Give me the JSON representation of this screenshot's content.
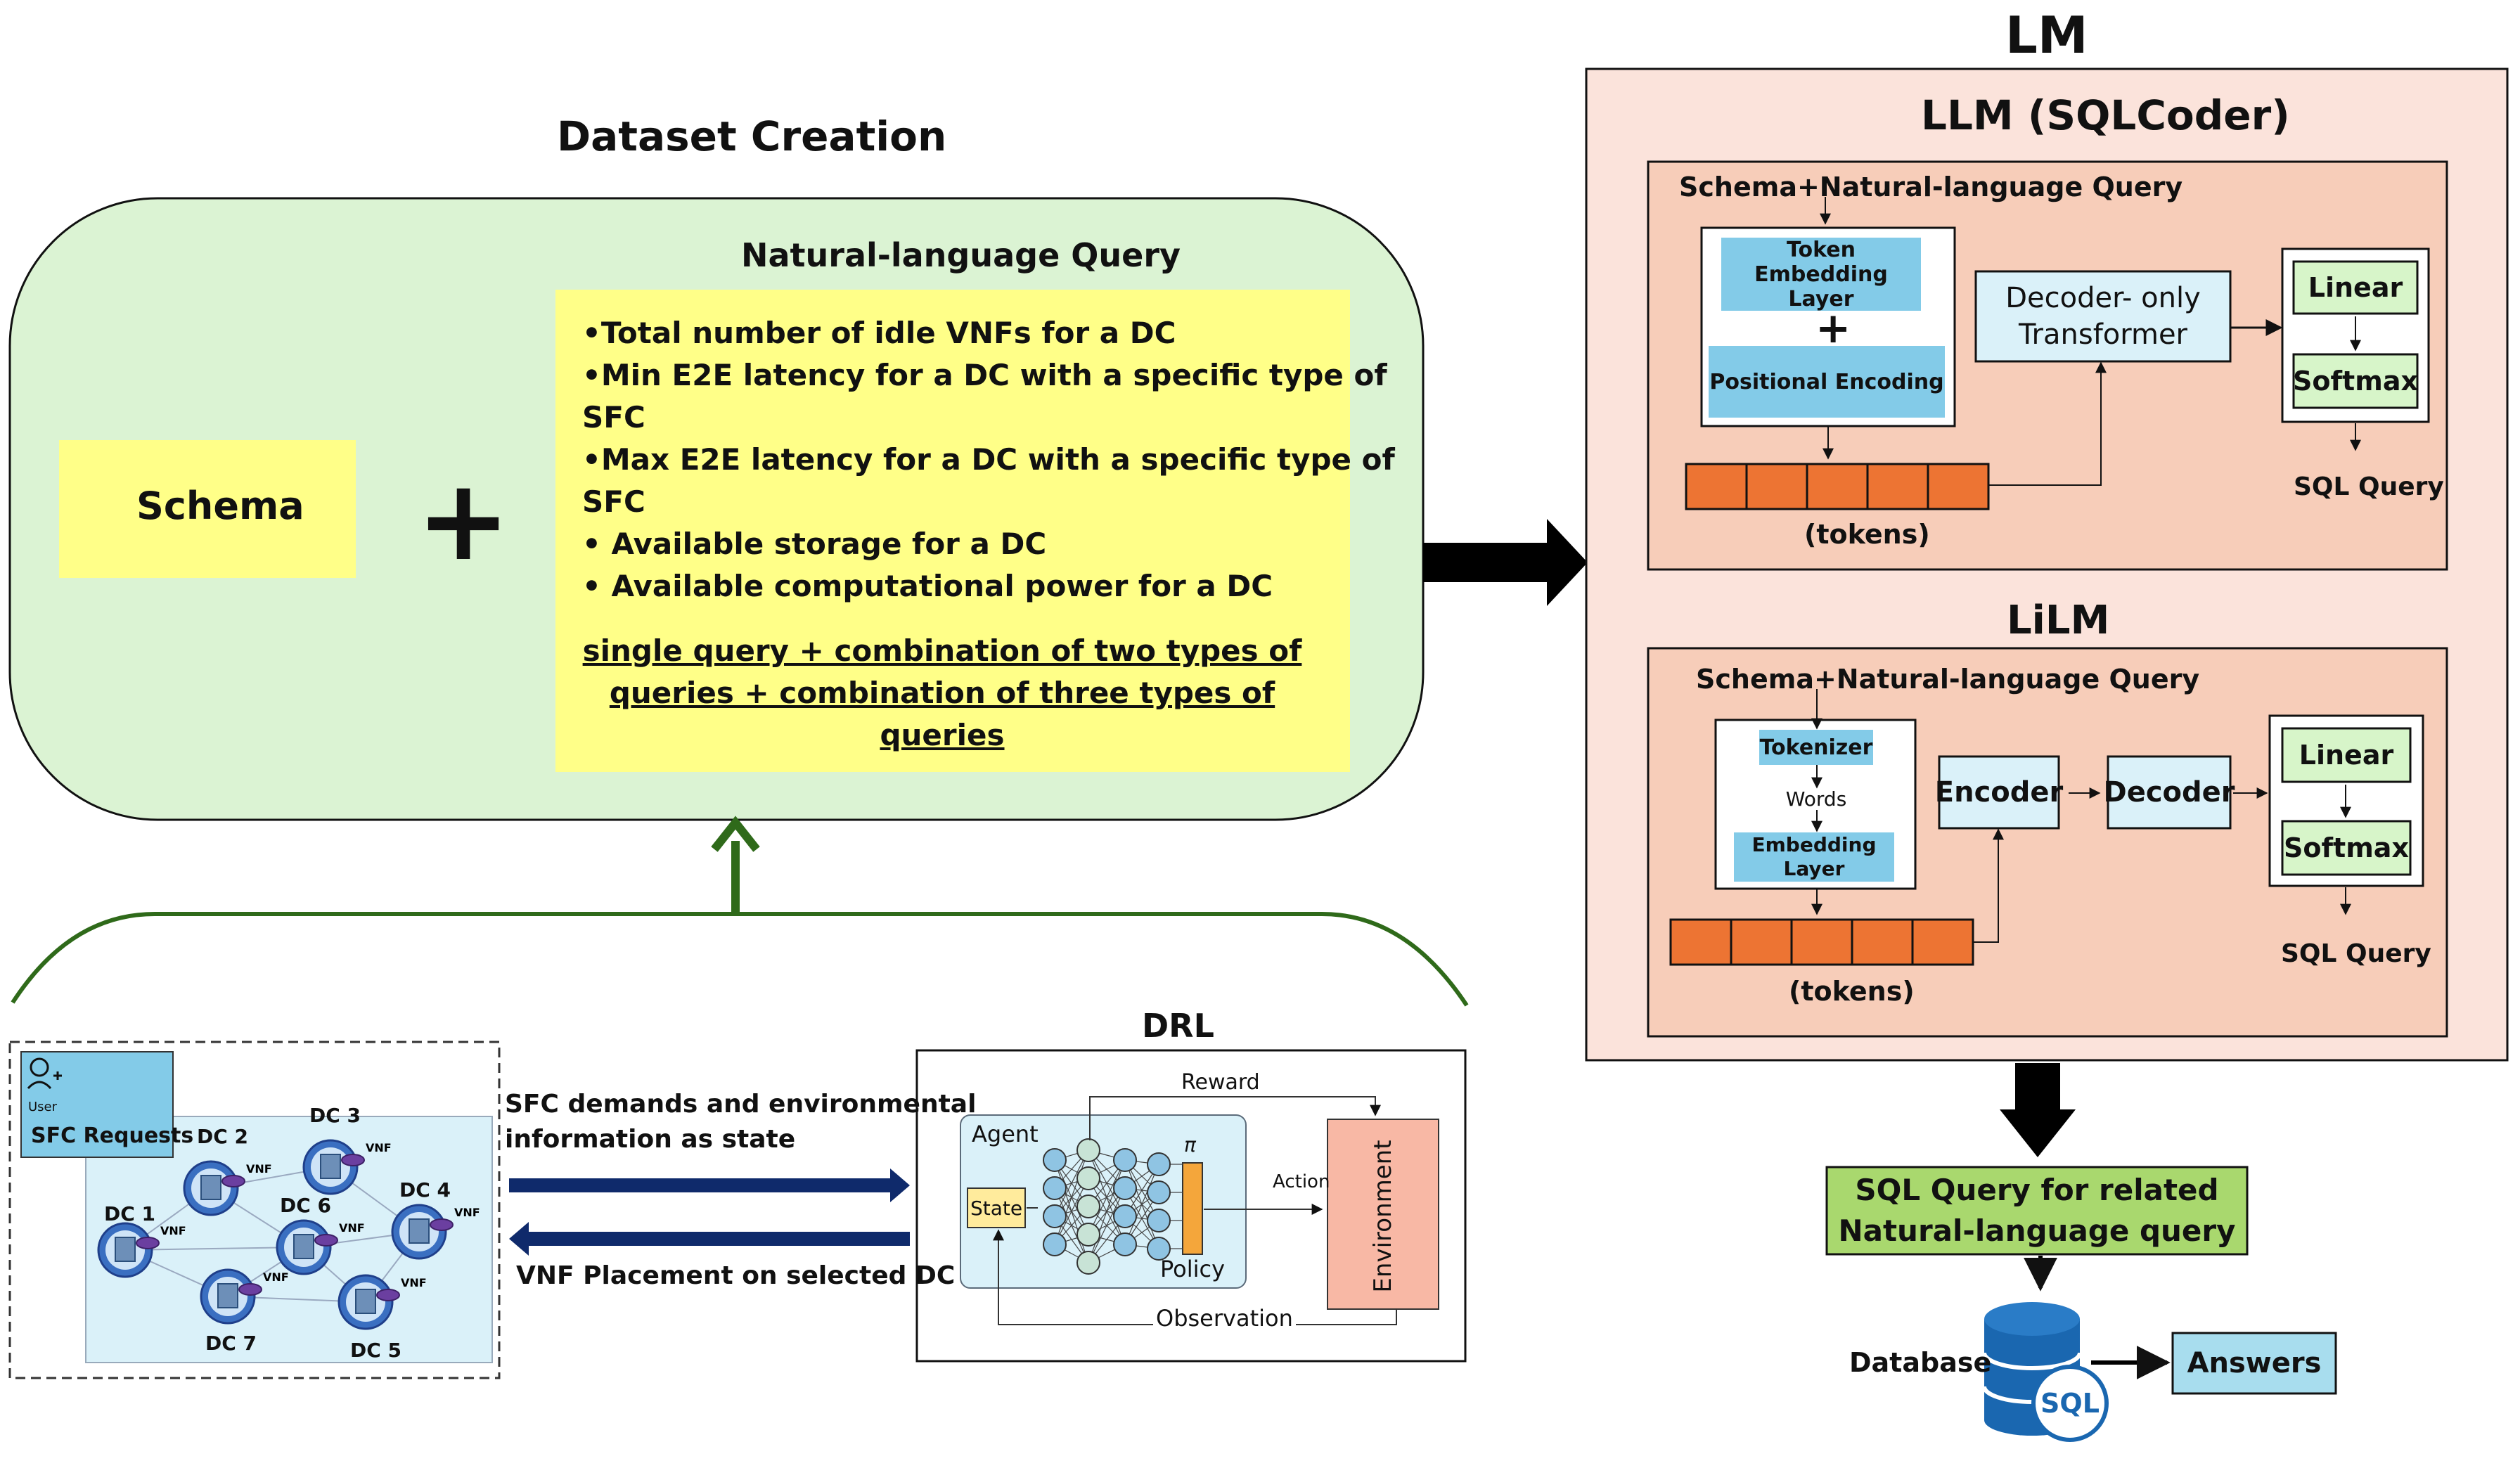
{
  "dataset": {
    "title": "Dataset Creation",
    "schema_label": "Schema",
    "plus": "+",
    "nlq_title": "Natural-language Query",
    "bullets": [
      "•Total number of idle VNFs for a DC",
      "•Min E2E latency for a DC with a specific type of",
      "SFC",
      "•Max E2E latency for a DC with a specific type of",
      "SFC",
      "• Available storage for a DC",
      "• Available computational power for a DC"
    ],
    "underline_lines": [
      "single query + combination of two types of",
      "queries + combination of three types of",
      "queries"
    ]
  },
  "lm": {
    "title": "LM",
    "llm": {
      "title": "LLM (SQLCoder)",
      "input": "Schema+Natural-language Query",
      "token_embedding": "Token Embedding\nLayer",
      "plus": "+",
      "positional_encoding": "Positional Encoding",
      "tokens_label": "(tokens)",
      "decoder": "Decoder- only\nTransformer",
      "linear": "Linear",
      "softmax": "Softmax",
      "output": "SQL Query"
    },
    "lilm": {
      "title": "LiLM",
      "input": "Schema+Natural-language Query",
      "tokenizer": "Tokenizer",
      "words": "Words",
      "embedding": "Embedding\nLayer",
      "tokens_label": "(tokens)",
      "encoder": "Encoder",
      "decoder": "Decoder",
      "linear": "Linear",
      "softmax": "Softmax",
      "output": "SQL Query"
    }
  },
  "result": {
    "sql_box": "SQL Query for related\nNatural-language query",
    "database_label": "Database",
    "sql_badge": "SQL",
    "answers": "Answers"
  },
  "network": {
    "user_label": "User",
    "sfc_requests": "SFC Requests",
    "dcs": [
      {
        "id": "dc1",
        "label": "DC 1"
      },
      {
        "id": "dc2",
        "label": "DC 2"
      },
      {
        "id": "dc3",
        "label": "DC 3"
      },
      {
        "id": "dc4",
        "label": "DC 4"
      },
      {
        "id": "dc5",
        "label": "DC 5"
      },
      {
        "id": "dc6",
        "label": "DC 6"
      },
      {
        "id": "dc7",
        "label": "DC 7"
      }
    ],
    "vnf_label": "VNF"
  },
  "links": {
    "state_text": "SFC demands and environmental\ninformation as state",
    "placement_text": "VNF Placement on selected DC"
  },
  "drl": {
    "title": "DRL",
    "agent": "Agent",
    "state": "State",
    "pi": "π",
    "policy": "Policy",
    "reward": "Reward",
    "action": "Action",
    "environment": "Environment",
    "observation": "Observation"
  },
  "colors": {
    "green_box": "#dbf3d3",
    "yellow": "#ffff88",
    "salmon_outer": "#fbe3db",
    "salmon_inner": "#f7cdb9",
    "blue_box": "#83cbe8",
    "light_blue": "#daf1f9",
    "orange_token": "#ed7433",
    "sql_green": "#a9d86e",
    "dark_navy": "#0f2a6b",
    "arrow_green": "#2f6a1a"
  }
}
